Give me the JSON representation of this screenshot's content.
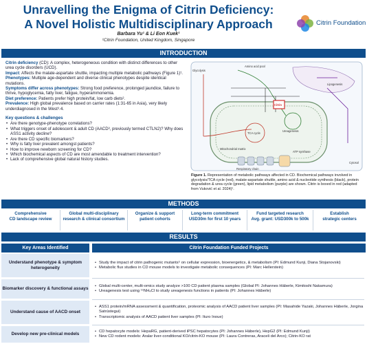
{
  "header": {
    "title_line1": "Unravelling the Enigma of Citrin Deficiency:",
    "title_line2": "A Novel Holistic Multidisciplinary Approach",
    "authors": "Barbara Yu¹ & Li Eon Kuek¹",
    "affiliation": "¹Citrin Foundation, United Kingdom, Singapore",
    "logo_text": "Citrin Foundation",
    "logo_colors": [
      "#e8852a",
      "#7cb342",
      "#1e88e5",
      "#8e44ad"
    ]
  },
  "sections": {
    "introduction": "INTRODUCTION",
    "methods": "METHODS",
    "results": "RESULTS"
  },
  "intro": {
    "cd_label": "Citrin deficiency",
    "cd_text": " (CD): A complex, heterogeneous condition with distinct differences to other urea cycle disorders (UCD).",
    "impact_label": "Impact:",
    "impact_text": " Affects the malate-aspartate shuttle, impacting multiple metabolic pathways (Figure 1)¹.",
    "pheno_label": "Phenotypes:",
    "pheno_text": " Multiple age-dependent and diverse clinical phenotypes despite identical mutations.",
    "symptoms_label": "Symptoms differ across phenotypes:",
    "symptoms_text": " Strong food preference, prolonged jaundice, failure to thrive, hypoglycemia, fatty liver, fatigue, hyperammonemia.",
    "diet_label": "Diet preference:",
    "diet_text": " Patients prefer high protein/fat, low carb diets².",
    "prev_label": "Prevalence:",
    "prev_text": " High global prevalence based on carrier rates (1:31-65 in Asia), very likely underdiagnosed in the West³˒4.",
    "kq_title": "Key questions & challenges",
    "kq": [
      "Are there genotype-phenotype correlations?",
      "What triggers onset of adolescent & adult CD (AACD³, previously termed CTLN2)? Why does ASS1 activity decline?",
      "Are there CD specific biomarkers?",
      "Why is fatty liver prevalent amongst patients?",
      "How to improve newborn screening for CD?",
      "Which biochemical aspects of CD are most amendable to treatment intervention?",
      "Lack of comprehensive global natural history studies."
    ]
  },
  "figure": {
    "labels": [
      "Amino acid pool",
      "Ureagenesis",
      "Glycolysis",
      "TCA cycle",
      "Lipogenesis",
      "Respiratory chain",
      "ATP synthase",
      "Cytosol",
      "Mitochondrial matrix",
      "Citrin"
    ],
    "caption_bold": "Figure 1.",
    "caption_text": " Representation of metabolic pathways affected in CD. Biochemical pathways involved in glycolysis/TCA cycle (red), malate-aspartate shuttle, amino acid & nucleotide synthesis (black), protein degradation & urea cycle (green), lipid metabolism (purple) are shown. Citrin is boxed in red (adapted from Vuković et al. 2024)¹."
  },
  "methods": [
    {
      "line1": "Comprehensive",
      "line2": "CD landscape review"
    },
    {
      "line1": "Global multi-disciplinary",
      "line2": "research & clinical consortium"
    },
    {
      "line1": "Organize & support",
      "line2": "patient cohorts"
    },
    {
      "line1": "Long-term commitment",
      "line2": "USD30m for first 10 years"
    },
    {
      "line1": "Fund targeted research",
      "line2": "Avg. grant: USD300k to 500k"
    },
    {
      "line1": "Establish",
      "line2": "strategic centers"
    }
  ],
  "results": {
    "key_header": "Key Areas Identified",
    "proj_header": "Citrin Foundation Funded Projects",
    "rows": [
      {
        "key": "Understand phenotype & symptom heterogeneity",
        "items": [
          "Study the impact of citrin pathogenic mutants⁵ on cellular expression, bioenergetics, & metabolism (PI: Edmund Kunji, Diana Stojanovski)",
          "Metabolic flux studies in CD mouse models to investigate metabolic consequences (PI: Marc Hellerstein)"
        ]
      },
      {
        "key": "Biomarker discovery & functional assays",
        "items": [
          "Global multi-center, multi-omics study analyze >100 CD patient plasma samples (Global PI: Johannes Häberle, Kimitoshi Nakamura)",
          "Ureagenesis test using ¹⁵NH₄Cl to study ureagenesis functions in patients (PI: Johannes Häberle)"
        ]
      },
      {
        "key": "Understand cause of AACD onset",
        "items": [
          "ASS1 protein/mRNA assessment & quantification, proteomic analysis of AACD patient liver samples (PI: Masahide Yazaki, Johannes Häberle, Jorgina Satrústegui)",
          "Transcriptomic analysis of AACD patient liver samples (PI: Ituro Inoue)"
        ]
      },
      {
        "key": "Develop new pre-clinical models",
        "items": [
          "CD hepatocyte models: HepaRG, patient-derived iPSC hepatocytes (PI: Johannes Häberle), HepG2 (PI: Edmund Kunji)",
          "New CD rodent models: Aralar liver-conditional KO/citrin-KO mouse (PI: Laura Contreras, Araceli del Arco); Citrin-KO rat"
        ]
      }
    ]
  }
}
